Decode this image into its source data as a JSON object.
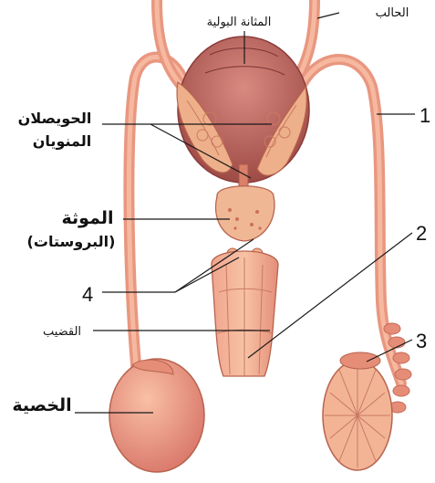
{
  "labels": {
    "ureter": "الحالب",
    "bladder": "المثانة البولية",
    "seminal_vesicles_line1": "الحويصلان",
    "seminal_vesicles_line2": "المنويان",
    "prostate_line1": "الموثة",
    "prostate_line2": "(البروستات)",
    "penis": "القضيب",
    "testis": "الخصية"
  },
  "numbers": {
    "n1": "1",
    "n2": "2",
    "n3": "3",
    "n4": "4"
  },
  "colors": {
    "tissue_light": "#f4a98f",
    "tissue_mid": "#ec8f78",
    "tissue_dark": "#c96a5a",
    "bladder": "#b85e58",
    "gland": "#eeb08a"
  }
}
